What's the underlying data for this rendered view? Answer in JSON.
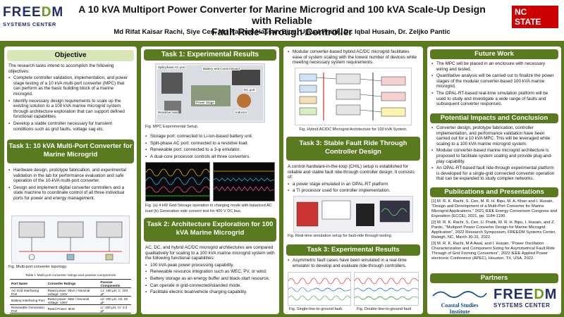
{
  "header": {
    "logo_left_word_a": "FREE",
    "logo_left_word_o": "D",
    "logo_left_word_b": "M",
    "logo_left_sub": "SYSTEMS CENTER",
    "logo_right": "NC STATE UNIVERSITY",
    "title_line1": "A 10 kVA Multiport Power Converter for Marine Microgrid and 100 kVA Scale-Up Design with Reliable",
    "title_line2": "Fault Ride-Through Controller",
    "authors": "Md Rifat Kaisar Rachi, Siye Cen, Md Rashed Hassan Bipu, Ujjwal Pratik, Dr. Iqbal Husain, Dr. Zeljko Pantic"
  },
  "objective": {
    "heading": "Objective",
    "intro": "The research tasks intend to accomplish the following objectives:",
    "items": [
      "Complete controller validation, implementation, and power stage testing of a 10 kVA multi-port converter (MPC) that can perform as the basic building block of a marine microgrid.",
      "Identify necessary design requirements to scale up the existing solution to a 100 kVA marine microgrid system through architecture exploration that can support defined functional capabilities.",
      "Develop a stable controller necessary for transient conditions such as grid faults, voltage sag etc."
    ]
  },
  "task1": {
    "heading": "Task 1: 10 kVA Multi-Port Converter for Marine Microgrid",
    "items": [
      "Hardware design, prototype fabrication, and experimental validation in the lab for performance evaluation and safe operation of the 10-kVA multi-port converter.",
      "Design and implement digital converter controllers and a state machine to coordinate control of all three individual ports for power and energy management."
    ],
    "fig_caption": "Fig. Multi-port converter topology.",
    "table_caption": "Table I: Multi-port converter ratings and passive components",
    "table_headers": [
      "Port Name",
      "Converter Ratings",
      "Passive Components"
    ],
    "table_rows": [
      [
        "AC Grid Interfacing Port",
        "Rated power: 5kVA / Nominal voltage: 120V",
        "L1: 150 µH, C: 193 µF"
      ],
      [
        "Battery Interfacing Port",
        "Rated power: 5kW / Nominal voltage: 135V",
        "Lb: 200 µH, Cb: 60 µF"
      ],
      [
        "Renewable Generation Port",
        "Rated Power: 5kW",
        "Lr: 200 µH, Cr: 3.3 µF"
      ]
    ]
  },
  "task1_results": {
    "heading": "Task 1: Experimental Results",
    "fig_labels": [
      "Split-phase AC port",
      "Resistive load",
      "Power Stage",
      "Battery and Control Board",
      "Inductor",
      "DC port"
    ],
    "fig_caption": "Fig. MPC Experimental Setup.",
    "items": [
      "Storage port: connected to Li-Ion-based battery unit.",
      "Split-phase AC port: connected to a resistive load.",
      "Renewable port: connected to a 3-φ emulator.",
      "A dual-core processor controls all three converters."
    ],
    "scope_caption": "Fig. (a) 4 kW Grid-Storage operation in charging mode with balanced AC load (b) Generation side convert test for 400 V DC bus."
  },
  "task2": {
    "heading": "Task 2: Architecture Exploration for 100 kVA Marine Microgrid",
    "intro": "AC, DC, and hybrid AC/DC microgrid architectures are compared qualitatively for scaling to a 100 kVA marine microgrid system with the following functional capabilities:",
    "items": [
      "100 kVA peak power processing capability.",
      "Renewable resource integration such as WEC, PV, or wind.",
      "Battery storage as an energy buffer and black-start resource.",
      "Can operate in grid-connected/islanded mode.",
      "Facilitate electric boat/vehicle charging capability."
    ]
  },
  "col3": {
    "top_item": "Modular converter-based hybrid AC/DC microgrid facilitates ease of system scaling with the lowest number of devices while meeting necessary system requirements.",
    "arch_caption": "Fig. Hybrid AC/DC Microgrid Architecture for 100 kVA System.",
    "task3_heading": "Task 3: Stable Fault Ride Through Controller Design",
    "task3_intro": "A control-hardware-in-the-loop (CHIL) setup is established for reliable and stable fault ride-through controller design. It consists of:",
    "task3_items": [
      "a power stage emulated in an OPAL-RT platform",
      "a TI processor used for controller implementation."
    ],
    "chil_caption": "Fig. Real-time simulation setup for fault-ride through testing.",
    "results_heading": "Task 3: Experimental Results",
    "results_items": [
      "Asymmetric fault cases have been emulated in a real-time emulator to develop and evaluate ride-through controllers."
    ],
    "fault_captions": [
      "Fig. Single-line-to-ground fault.",
      "Fig. Double-line-to-ground fault"
    ]
  },
  "future": {
    "heading": "Future Work",
    "items": [
      "The MPC will be placed in an enclosure with necessary wiring and tested.",
      "Quantitative analysis will be carried out to finalize the power stages of the modular converter-based 100 kVA marine microgrid.",
      "The OPAL-RT-based real-time simulation platform will be used to study and investigate a wide range of faults and subsequent converter responses."
    ]
  },
  "impacts": {
    "heading": "Potential Impacts and Conclusion",
    "items": [
      "Converter design, prototype fabrication, controller implementation, and performance validation have been carried out for a 10 kVA MPC. This will be leveraged while scaling to a 100 kVA marine microgrid system.",
      "Modular converter-based marine microgrid architecture is proposed to facilitate system scaling and provide plug-and-play capability.",
      "An OPAL-RT-based fault ride-through experimental platform is developed for a single-grid connected converter operation that can be expanded to study complex networks."
    ]
  },
  "pubs": {
    "heading": "Publications and Presentations",
    "items": [
      "[1] M. R. K. Rachi, S. Cen, M. R. H. Bipu, M. A. Khan and I. Husain, \"Design and Development of a Multi-Port Converter for Marine Microgrid Applications,\" 2021 IEEE Energy Conversion Congress and Exposition (ECCE), 2021, pp. 1184-1190.",
      "[2] M. R. K. Rachi, S. Cen, U. Pratik, M. R. H. Bipu, I. Husain, and Z. Pantic, \"Multiport Power Converter Design for Marine Microgrid Application\", 2022 Research Symposium, FREEDM Systems Center, Raleigh, NC, March 30-31, 2022.",
      "[3] M. R. K. Rachi, M A Awal, and I. Husain. \"Power Oscillation Characterization and Component Sizing for Asymmetrical Fault Ride Through of Grid Forming Converters\", 2022 IEEE Applied Power electronic Conference (APEC), Houston, TX, USA, 2022."
    ]
  },
  "partners": {
    "heading": "Partners",
    "coastal": "Coastal Studies Institute",
    "freedm_word_a": "FREE",
    "freedm_word_o": "D",
    "freedm_word_b": "M",
    "freedm_sub": "SYSTEMS CENTER"
  },
  "colors": {
    "green": "#5a7a1f",
    "light_green": "#d8e6b8",
    "navy": "#1f2f6b",
    "red": "#cc0000"
  }
}
